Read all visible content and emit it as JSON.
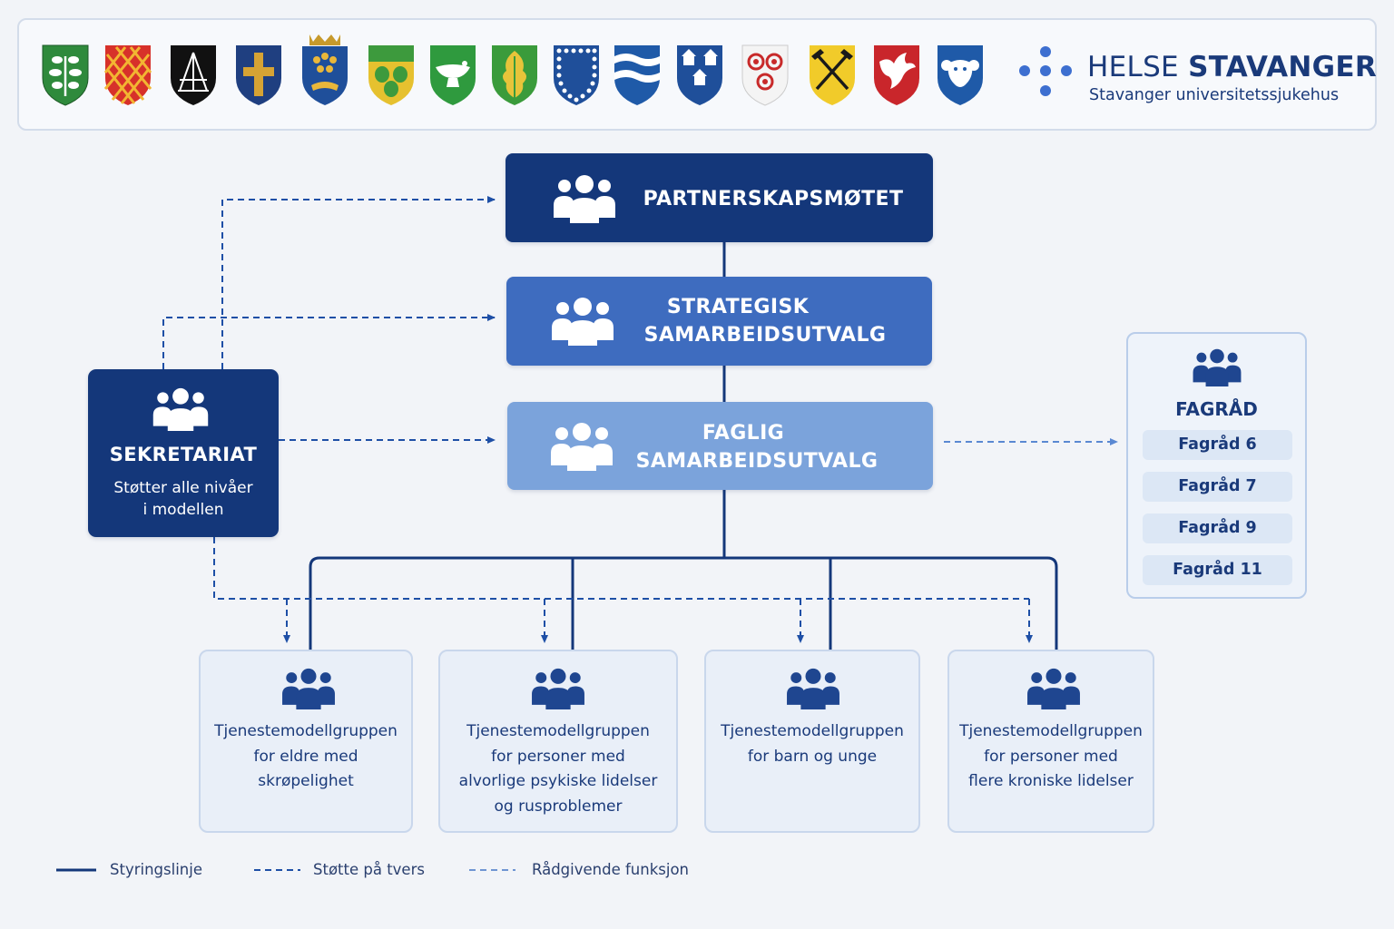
{
  "header": {
    "coats_of_arms": [
      "leaves-arms",
      "red-gold-lattice-arms",
      "black-frame-arms",
      "cross-arms",
      "crowned-arms",
      "acorn-arms",
      "lamp-arms",
      "oak-leaf-arms",
      "ring-dots-arms",
      "waves-arms",
      "three-buildings-arms",
      "wheels-arms",
      "crossed-hammers-arms",
      "white-bird-arms",
      "ram-arms"
    ],
    "brand": {
      "name_light": "HELSE ",
      "name_bold": "STAVANGER",
      "subtitle": "Stavanger universitetssjukehus"
    }
  },
  "diagram": {
    "levels": {
      "partnerskap": {
        "label": "PARTNERSKAPSMØTET"
      },
      "strategisk": {
        "line1": "STRATEGISK",
        "line2": "SAMARBEIDSUTVALG"
      },
      "faglig": {
        "line1": "FAGLIG",
        "line2": "SAMARBEIDSUTVALG"
      }
    },
    "sekretariat": {
      "title": "SEKRETARIAT",
      "line1": "Støtter alle nivåer",
      "line2": "i modellen"
    },
    "fagrad": {
      "title": "FAGRÅD",
      "items": [
        "Fagråd 6",
        "Fagråd 7",
        "Fagråd 9",
        "Fagråd 11"
      ]
    },
    "service_groups": [
      {
        "lines": [
          "Tjenestemodellgruppen",
          "for eldre med",
          "skrøpelighet"
        ]
      },
      {
        "lines": [
          "Tjenestemodellgruppen",
          "for personer med",
          "alvorlige psykiske lidelser",
          "og rusproblemer"
        ]
      },
      {
        "lines": [
          "Tjenestemodellgruppen",
          "for barn og unge"
        ]
      },
      {
        "lines": [
          "Tjenestemodellgruppen",
          "for personer med",
          "flere kroniske lidelser"
        ]
      }
    ]
  },
  "legend": {
    "items": [
      {
        "label": "Styringslinje",
        "style": "solid"
      },
      {
        "label": "Støtte på tvers",
        "style": "dashed"
      },
      {
        "label": "Rådgivende funksjon",
        "style": "dashed-light"
      }
    ]
  },
  "colors": {
    "navy": "#14377a",
    "mid_blue": "#3e6cbf",
    "light_blue": "#7ba3db",
    "advisory_dash": "#6f95d2",
    "panel_bg": "#e9eff8"
  }
}
